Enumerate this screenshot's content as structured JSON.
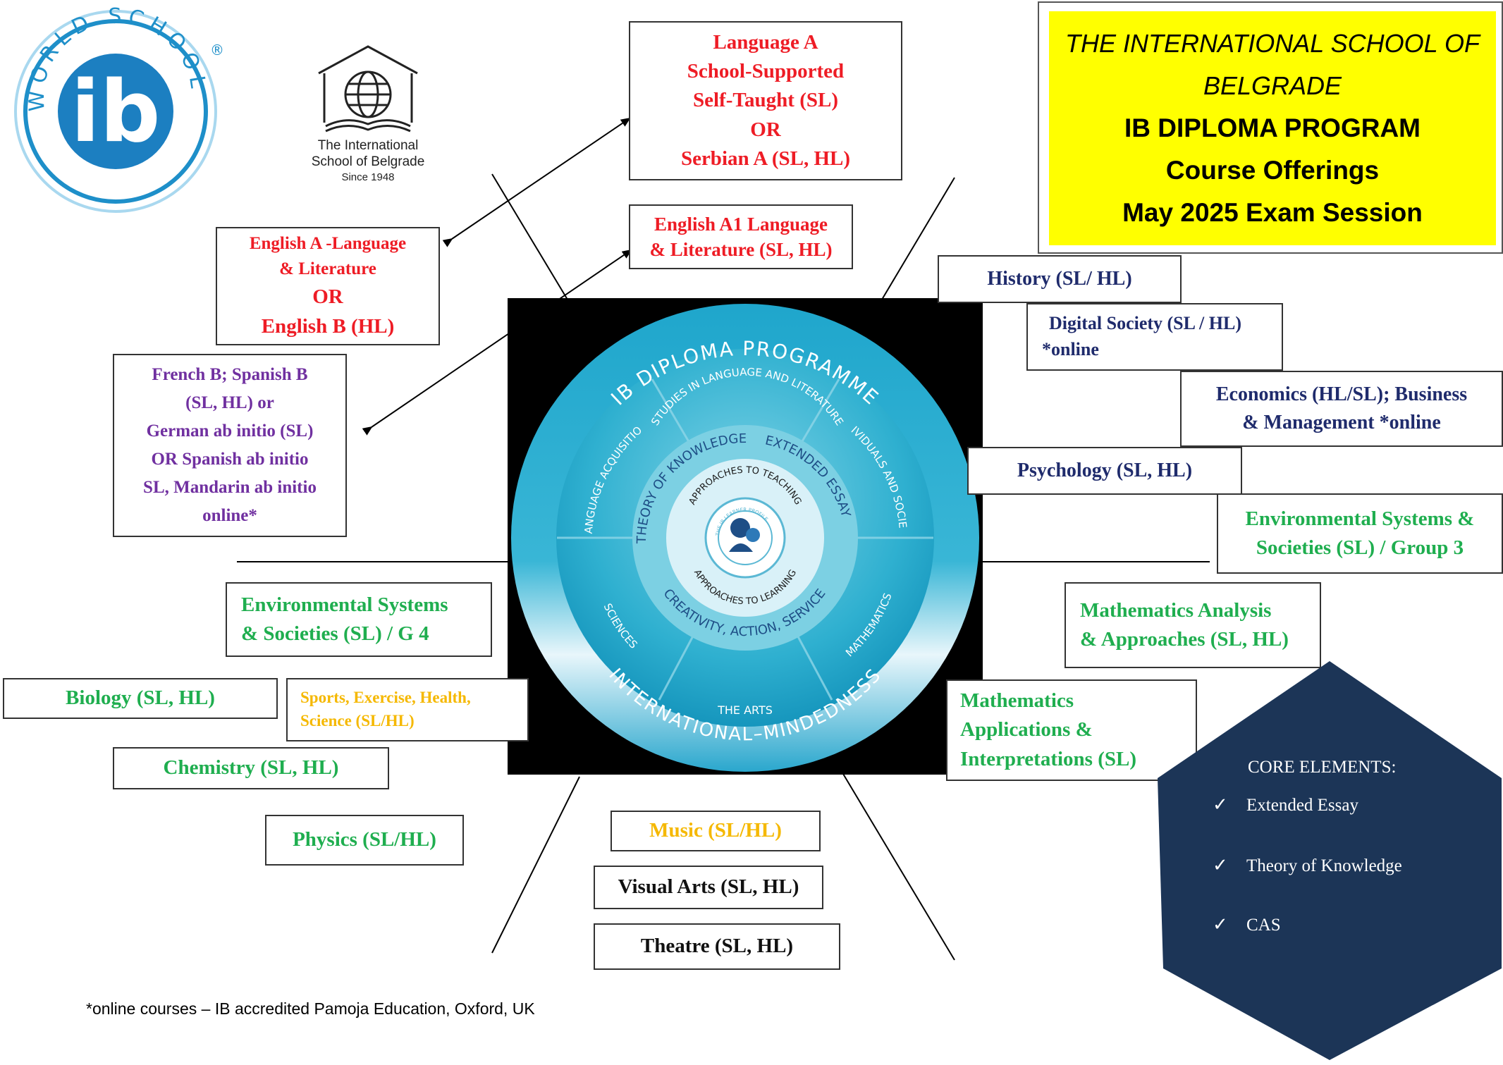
{
  "logos": {
    "ib_world_school": {
      "ring_text": "WORLD SCHOOL",
      "center": "ib",
      "registered": "®"
    },
    "isb": {
      "line1": "The International",
      "line2": "School of Belgrade",
      "line3": "Since 1948"
    }
  },
  "title": {
    "line1": "THE INTERNATIONAL SCHOOL OF",
    "line2": "BELGRADE",
    "line3": "IB DIPLOMA PROGRAM",
    "line4": "Course Offerings",
    "line5": "May 2025 Exam Session"
  },
  "wheel": {
    "top_arc": "IB DIPLOMA PROGRAMME",
    "bottom_arc": "INTERNATIONAL–MINDEDNESS",
    "segments": {
      "studies_language": "STUDIES IN LANGUAGE AND LITERATURE",
      "language_acquisition": "LANGUAGE ACQUISITION",
      "individuals_societies": "INDIVIDUALS AND SOCIETIES",
      "sciences": "SCIENCES",
      "mathematics": "MATHEMATICS",
      "the_arts": "THE ARTS"
    },
    "core_ring": {
      "tok": "THEORY OF KNOWLEDGE",
      "ee": "EXTENDED ESSAY",
      "cas": "CREATIVITY, ACTION, SERVICE"
    },
    "approaches_teaching": "APPROACHES TO TEACHING",
    "approaches_learning": "APPROACHES TO LEARNING",
    "learner_profile": "THE IB LEARNER PROFILE"
  },
  "boxes": {
    "language_a": [
      "Language A",
      "School-Supported",
      "Self-Taught (SL)",
      "OR",
      "Serbian A (SL, HL)"
    ],
    "english_a1": [
      "English A1 Language",
      "& Literature (SL, HL)"
    ],
    "english_a_lang_lit": [
      "English A -Language",
      "& Literature",
      "OR",
      "English B (HL)"
    ],
    "language_b": [
      "French B; Spanish B",
      "(SL, HL) or",
      "German ab initio (SL)",
      "OR Spanish ab initio",
      "SL, Mandarin ab initio",
      "online*"
    ],
    "history": "History (SL/ HL)",
    "digital_society": [
      "Digital Society (SL / HL)",
      "*online"
    ],
    "economics": [
      "Economics (HL/SL); Business",
      "& Management *online"
    ],
    "psychology": "Psychology (SL, HL)",
    "ess_g3": [
      "Environmental Systems &",
      "Societies (SL) / Group 3"
    ],
    "math_aa": [
      "Mathematics Analysis",
      "& Approaches (SL, HL)"
    ],
    "math_ai": [
      "Mathematics",
      "Applications &",
      "Interpretations (SL)"
    ],
    "ess_g4": [
      "Environmental Systems",
      "& Societies (SL) / G 4"
    ],
    "biology": "Biology (SL, HL)",
    "sehs": [
      "Sports, Exercise, Health,",
      "Science (SL/HL)"
    ],
    "chemistry": "Chemistry (SL, HL)",
    "physics": "Physics (SL/HL)",
    "music": "Music (SL/HL)",
    "visual_arts": "Visual Arts (SL, HL)",
    "theatre": "Theatre (SL, HL)"
  },
  "core_elements": {
    "heading": "CORE ELEMENTS:",
    "items": [
      "Extended Essay",
      "Theory of Knowledge",
      "CAS"
    ],
    "check": "✓"
  },
  "footnote": "*online courses – IB accredited Pamoja Education, Oxford, UK",
  "colors": {
    "red": "#ee1c25",
    "purple": "#7030a0",
    "navy": "#1f2b6c",
    "green": "#1fae4f",
    "gold": "#f5b800",
    "title_bg": "#ffff00",
    "core_bg": "#1c3557"
  }
}
